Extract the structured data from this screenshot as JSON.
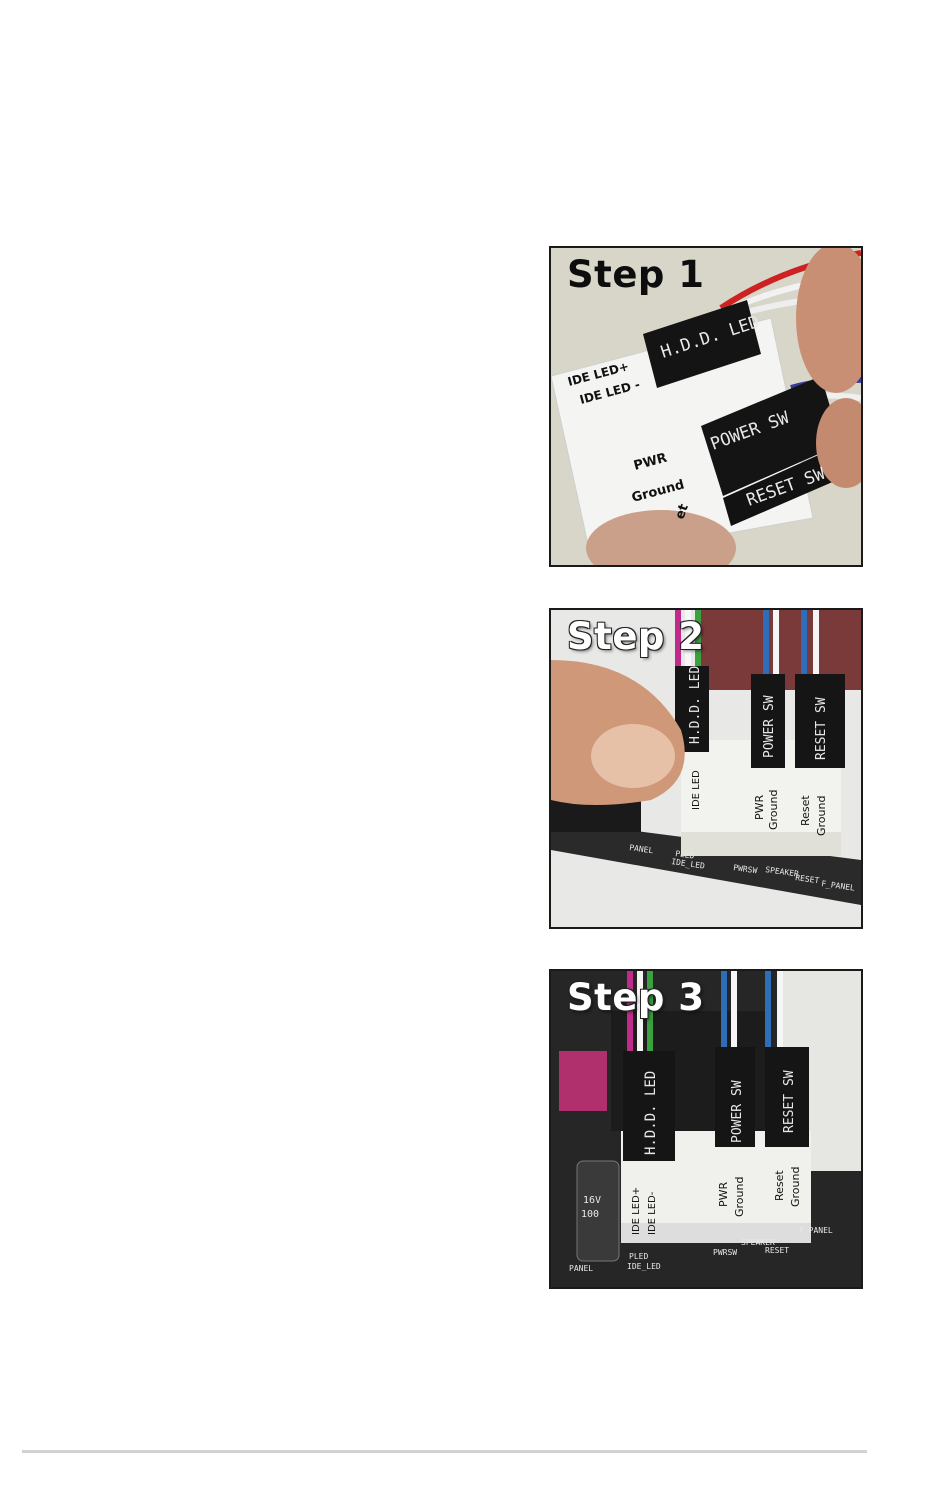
{
  "steps": [
    {
      "title": "Step 1",
      "connectors": {
        "hdd": "H.D.D. LED",
        "power": "POWER SW",
        "reset": "RESET SW"
      },
      "labels": {
        "ide_plus": "IDE LED+",
        "ide_minus": "IDE LED -",
        "pwr": "PWR",
        "ground": "Ground",
        "reset_partial": "et"
      }
    },
    {
      "title": "Step 2",
      "connectors": {
        "hdd": "H.D.D. LED",
        "power": "POWER SW",
        "reset": "RESET SW"
      },
      "labels": {
        "pwr": "PWR",
        "ground": "Ground",
        "reset": "Reset",
        "ground2": "Ground",
        "ide_partial": "IDE LED"
      },
      "board": {
        "panel": "PANEL",
        "pwrsw": "PWRSW",
        "speaker": "SPEAKER",
        "reset": "RESET",
        "fpanel": "F_PANEL",
        "plede": "PLED",
        "ideled": "IDE_LED"
      }
    },
    {
      "title": "Step 3",
      "connectors": {
        "hdd": "H.D.D. LED",
        "power": "POWER SW",
        "reset": "RESET SW"
      },
      "labels": {
        "ide_plus": "IDE LED+",
        "ide_minus": "IDE LED-",
        "pwr": "PWR",
        "ground": "Ground",
        "reset": "Reset",
        "ground2": "Ground"
      },
      "board": {
        "panel": "PANEL",
        "pwrsw": "PWRSW",
        "speaker": "SPEAKER",
        "reset": "RESET",
        "fpanel": "F_PANEL",
        "pled": "PLED",
        "ideled": "IDE_LED",
        "cap1": "16V",
        "cap2": "100"
      }
    }
  ]
}
